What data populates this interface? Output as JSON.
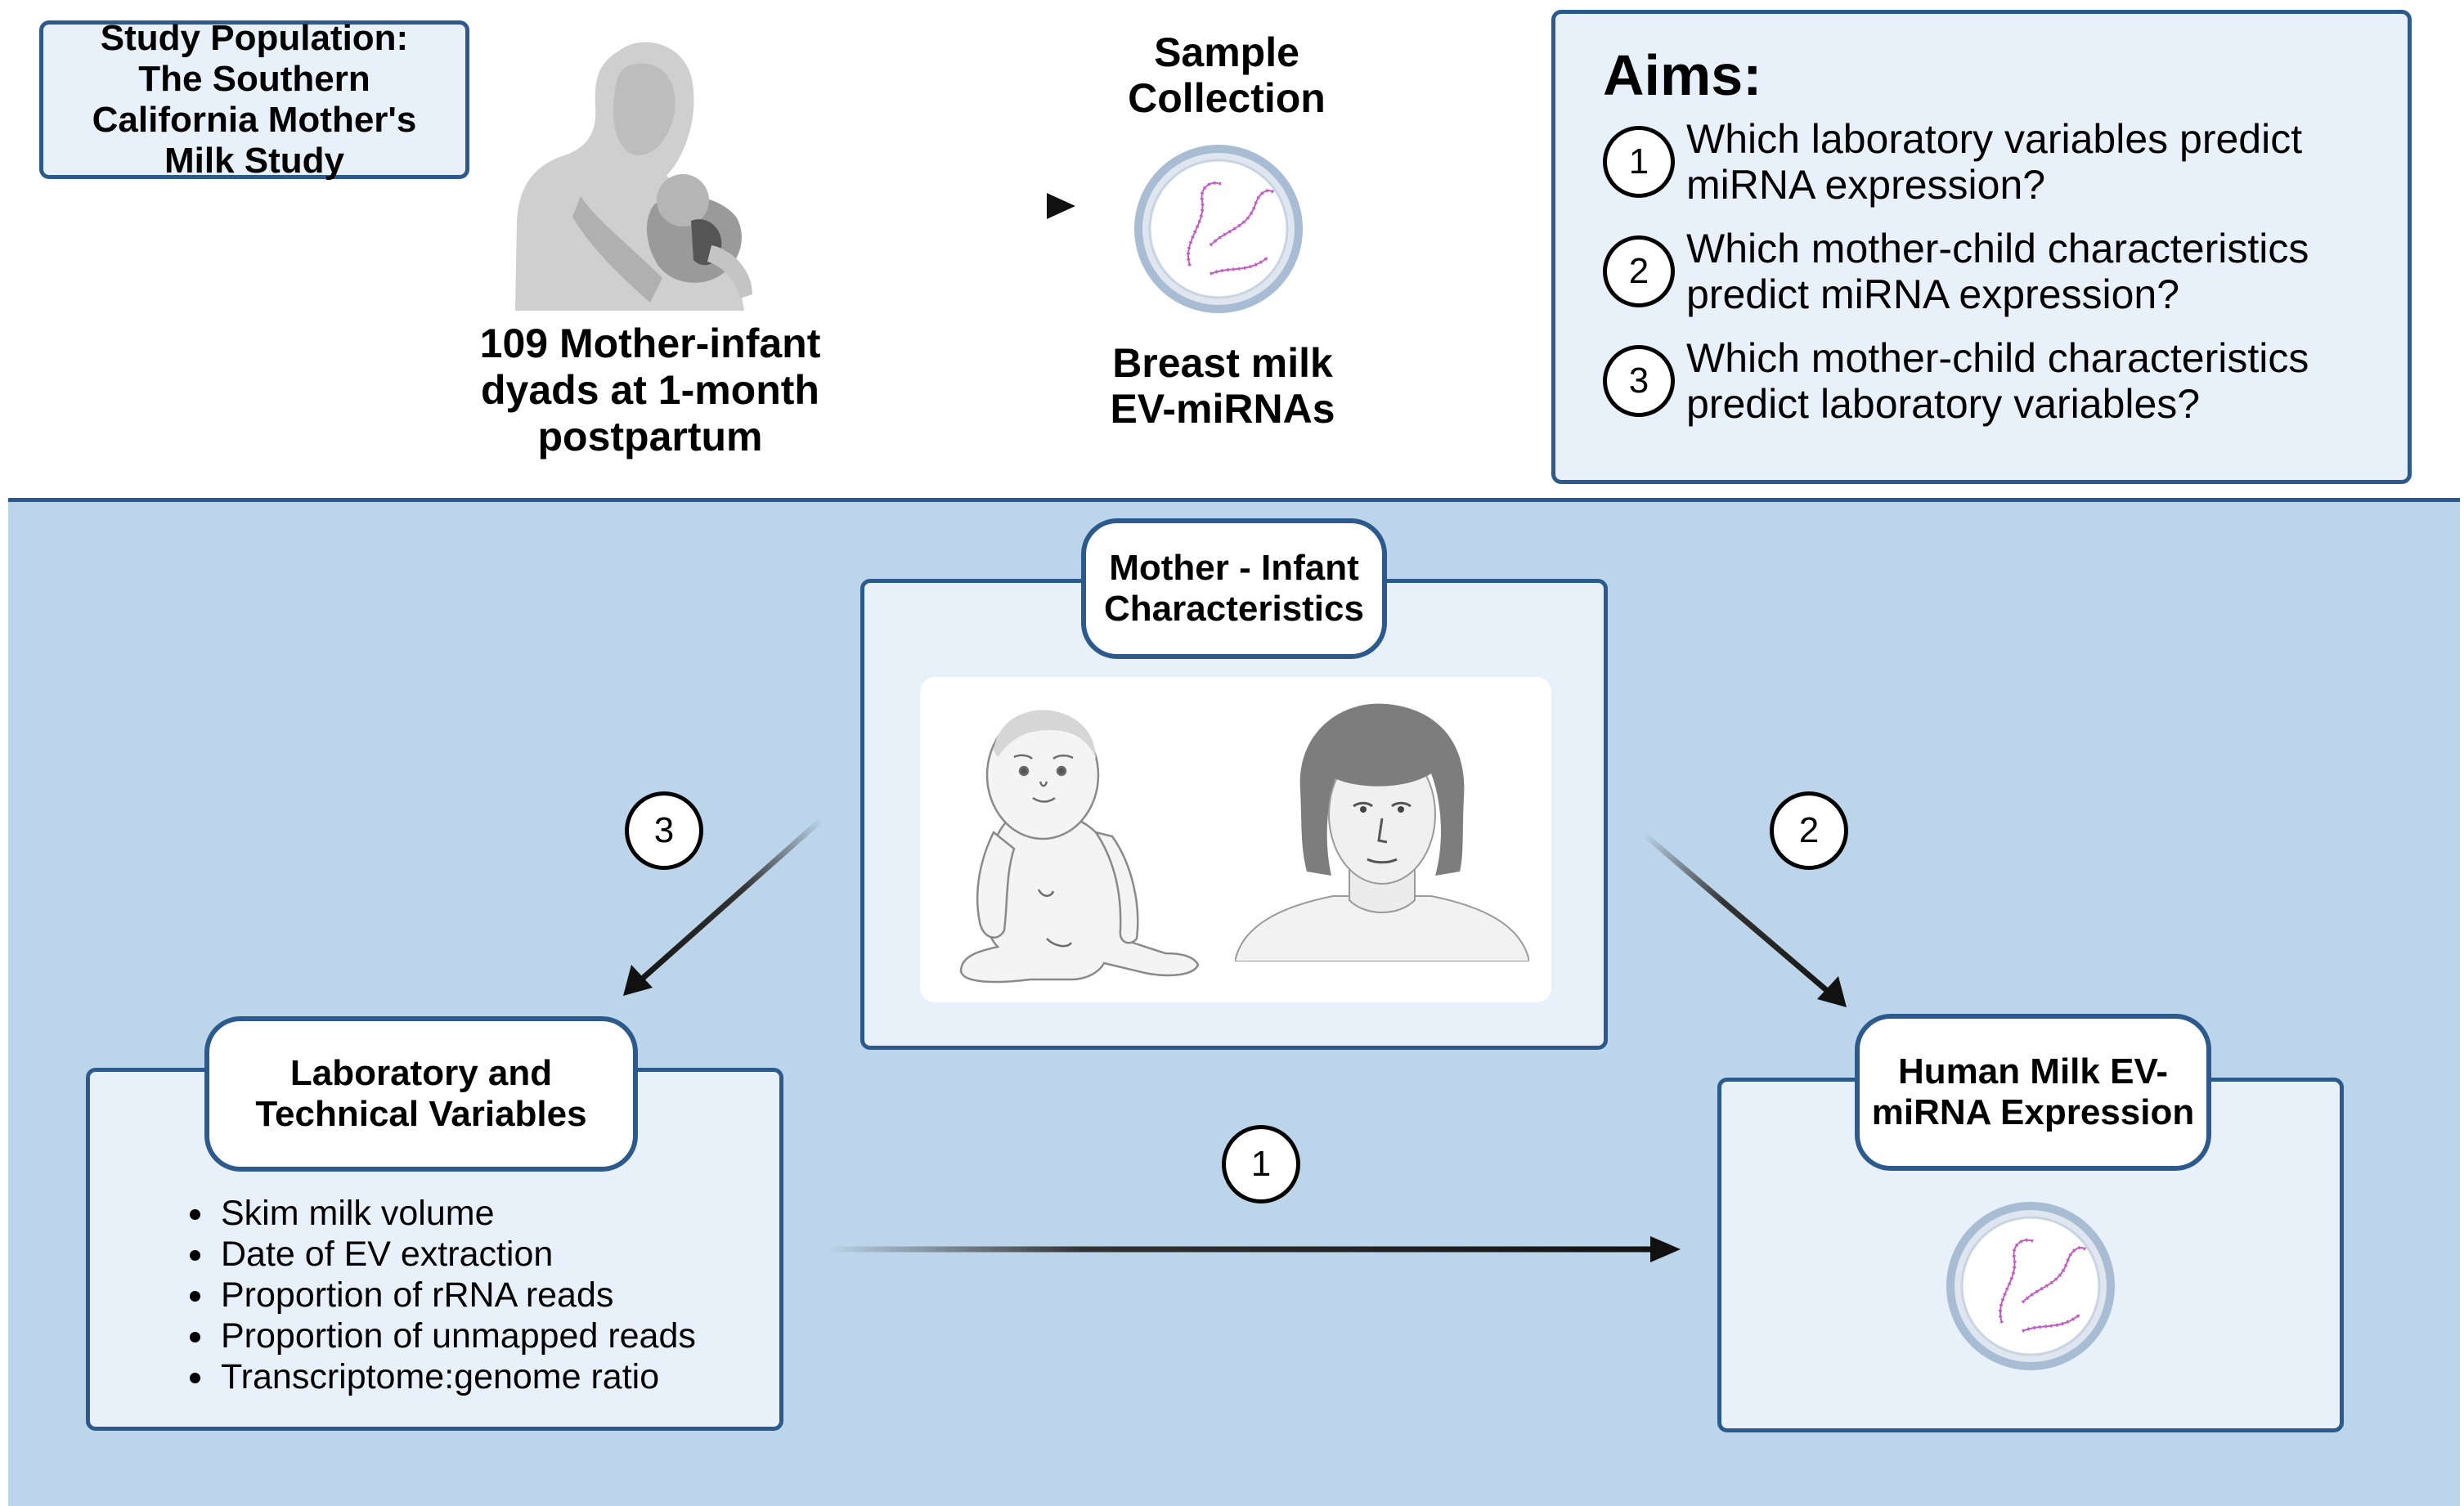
{
  "study_population": "Study Population: The Southern California Mother's Milk Study",
  "dyads_label": "109 Mother-infant dyads at 1-month postpartum",
  "sample_collection": "Sample Collection",
  "breast_milk_label": "Breast milk EV-miRNAs",
  "aims": {
    "title": "Aims:",
    "items": [
      {
        "num": "1",
        "text": "Which laboratory variables predict miRNA expression?"
      },
      {
        "num": "2",
        "text": "Which mother-child characteristics predict miRNA expression?"
      },
      {
        "num": "3",
        "text": "Which mother-child characteristics predict laboratory variables?"
      }
    ]
  },
  "characteristics_title": "Mother - Infant Characteristics",
  "lab_title": "Laboratory and Technical Variables",
  "lab_variables": [
    "Skim milk volume",
    "Date of EV extraction",
    "Proportion of rRNA reads",
    "Proportion of unmapped reads",
    "Transcriptome:genome ratio"
  ],
  "expression_title": "Human Milk EV-miRNA Expression",
  "arrow_numbers": {
    "left": "3",
    "right": "2",
    "bottom": "1"
  },
  "colors": {
    "panel_bg": "#bcd5ea",
    "box_bg": "#e8f0fa",
    "border": "#2d5a8c",
    "mirna": "#c25cc2"
  }
}
